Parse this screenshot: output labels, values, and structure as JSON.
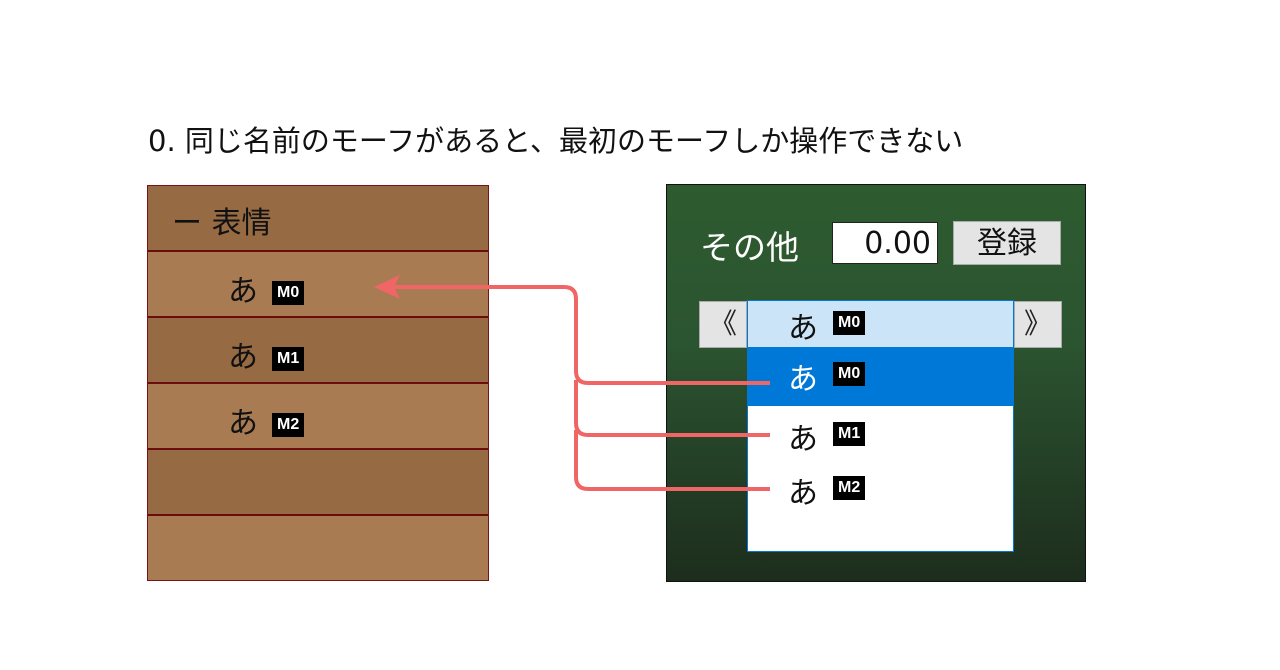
{
  "title": "0. 同じ名前のモーフがあると、最初のモーフしか操作できない",
  "left_panel": {
    "header": "ー 表情",
    "rows": [
      {
        "char": "あ",
        "badge": "M0"
      },
      {
        "char": "あ",
        "badge": "M1"
      },
      {
        "char": "あ",
        "badge": "M2"
      }
    ]
  },
  "right_panel": {
    "label": "その他",
    "value": "0.00",
    "register": "登録",
    "prev": "《",
    "next": "》",
    "selected": {
      "char": "あ",
      "badge": "M0"
    },
    "items": [
      {
        "char": "あ",
        "badge": "M0"
      },
      {
        "char": "あ",
        "badge": "M1"
      },
      {
        "char": "あ",
        "badge": "M2"
      }
    ]
  },
  "colors": {
    "arrow": "#f06666",
    "highlight": "#0078d7"
  }
}
